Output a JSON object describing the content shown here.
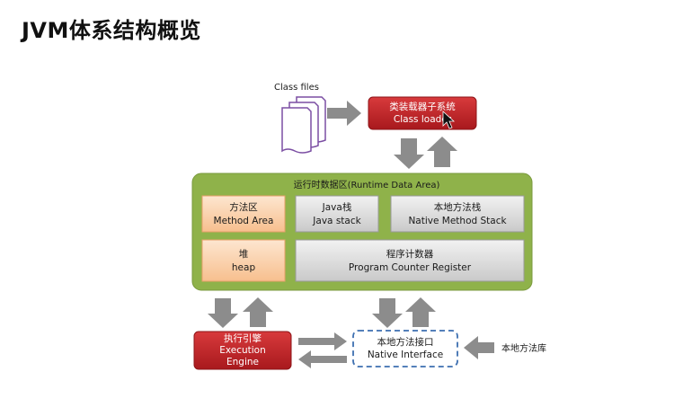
{
  "page_title": "JVM体系结构概览",
  "diagram": {
    "class_files": {
      "label": "Class files"
    },
    "class_loader": {
      "line1": "类装载器子系统",
      "line2": "Class loader"
    },
    "runtime_area": {
      "title": "运行时数据区(Runtime Data Area)",
      "method_area": {
        "line1": "方法区",
        "line2": "Method Area"
      },
      "java_stack": {
        "line1": "Java栈",
        "line2": "Java stack"
      },
      "native_stack": {
        "line1": "本地方法栈",
        "line2": "Native Method Stack"
      },
      "heap": {
        "line1": "堆",
        "line2": "heap"
      },
      "pc_register": {
        "line1": "程序计数器",
        "line2": "Program Counter Register"
      }
    },
    "execution_engine": {
      "line1": "执行引擎",
      "line2": "Execution",
      "line3": "Engine"
    },
    "native_interface": {
      "line1": "本地方法接口",
      "line2": "Native Interface"
    },
    "native_library": {
      "label": "本地方法库"
    }
  },
  "colors": {
    "red_box": "#c0282b",
    "green_area": "#8fb24a",
    "orange_box": "#fbd3b0",
    "gray_box": "#d7d7d7",
    "arrow": "#8c8c8c",
    "dashed_border": "#3d6fb0"
  }
}
